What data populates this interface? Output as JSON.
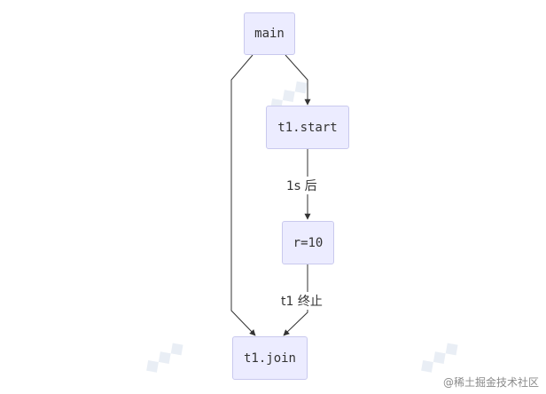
{
  "diagram": {
    "nodes": {
      "main": "main",
      "t1_start": "t1.start",
      "r_assign": "r=10",
      "t1_join": "t1.join"
    },
    "edge_labels": {
      "after_1s": "1s 后",
      "t1_end": "t1 终止"
    }
  },
  "watermark": {
    "text": "@稀土掘金技术社区"
  },
  "colors": {
    "node_fill": "#ececff",
    "node_border": "#c9c9ee",
    "edge": "#333333"
  }
}
